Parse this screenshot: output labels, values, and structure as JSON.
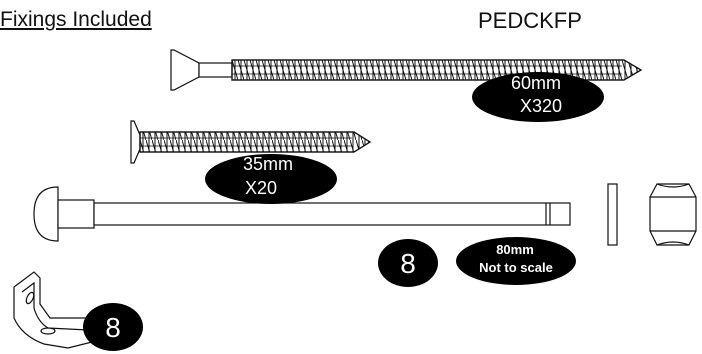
{
  "header": {
    "title": "Fixings Included",
    "product_code": "PEDCKFP"
  },
  "items": {
    "long_screw": {
      "length": "60mm",
      "qty": "X320"
    },
    "short_screw": {
      "length": "35mm",
      "qty": "X20"
    },
    "bolt": {
      "length": "80mm",
      "note": "Not to scale",
      "qty": "8"
    },
    "bracket": {
      "qty": "8"
    }
  },
  "colors": {
    "ink": "#111111",
    "badge": "#000000",
    "paper": "#ffffff"
  }
}
